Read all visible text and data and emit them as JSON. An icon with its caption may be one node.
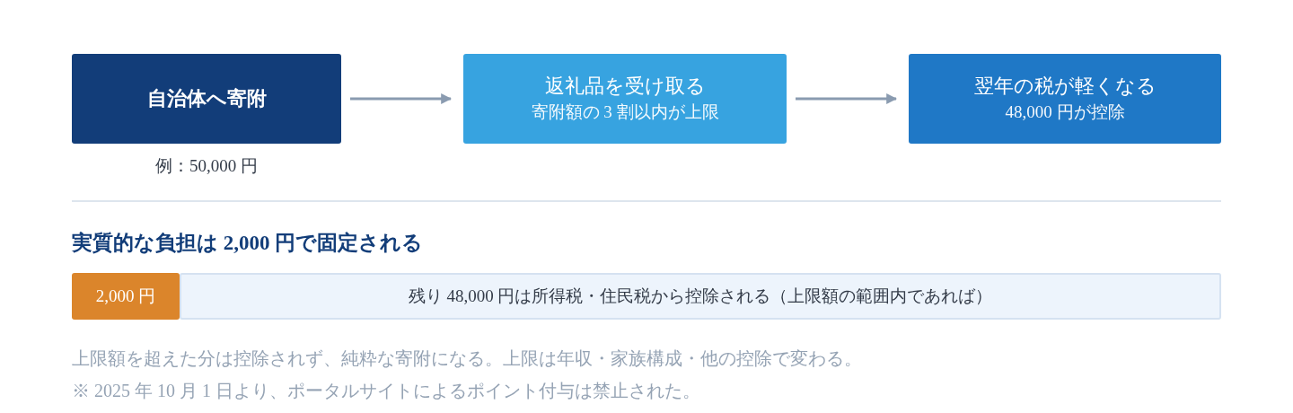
{
  "diagram": {
    "nodes": [
      {
        "text": [
          "自治体へ寄附"
        ],
        "beside": [
          "例：50,000 円"
        ]
      },
      {
        "text": [
          "返礼品を受け取る",
          "寄附額の 3 割以内が上限"
        ]
      },
      {
        "text": [
          "翌年の税が軽くなる",
          "48,000 円が控除"
        ]
      },
      {
        "text": [
          "2,000 円"
        ]
      },
      {
        "text": [
          "残り 48,000 円は所得税・住民税から控除される（上限額の範囲内であれば）"
        ]
      }
    ],
    "edges": [
      {
        "from": 0,
        "to": 1,
        "arrow": "to"
      },
      {
        "from": 1,
        "to": 2,
        "arrow": "to"
      }
    ],
    "labels": [
      "実質的な負担は 2,000 円で固定される",
      "上限額を超えた分は控除されず、純粋な寄附になる。上限は年収・家族構成・他の控除で変わる。",
      "※ 2025 年 10 月 1 日より、ポータルサイトによるポイント付与は禁止された。"
    ]
  }
}
